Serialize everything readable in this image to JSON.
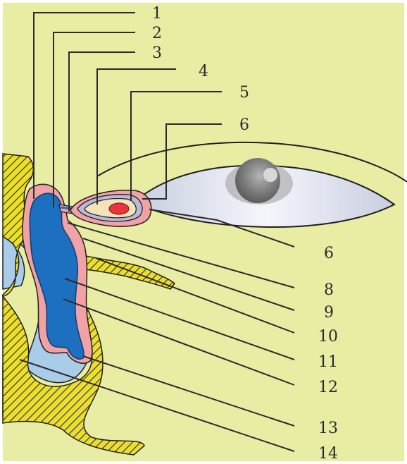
{
  "labels": {
    "l1": "1",
    "l2": "2",
    "l3": "3",
    "l4": "4",
    "l5": "5",
    "l6a": "6",
    "l6b": "6",
    "l8": "8",
    "l9": "9",
    "l10": "10",
    "l11": "11",
    "l12": "12",
    "l13": "13",
    "l14": "14"
  },
  "colors": {
    "background": "#e9eda4",
    "bone": "#ecdf2c",
    "sac": "#1d6fc0",
    "mucosa": "#f0a2a6",
    "sinus": "#a9cde9",
    "eye_white": "#eef0f6",
    "iris": "#8e8e8e",
    "pupil": "#5a5a5a",
    "punctum": "#e8343c",
    "caruncle": "#f4e3b8",
    "outline": "#1f1f1f"
  }
}
